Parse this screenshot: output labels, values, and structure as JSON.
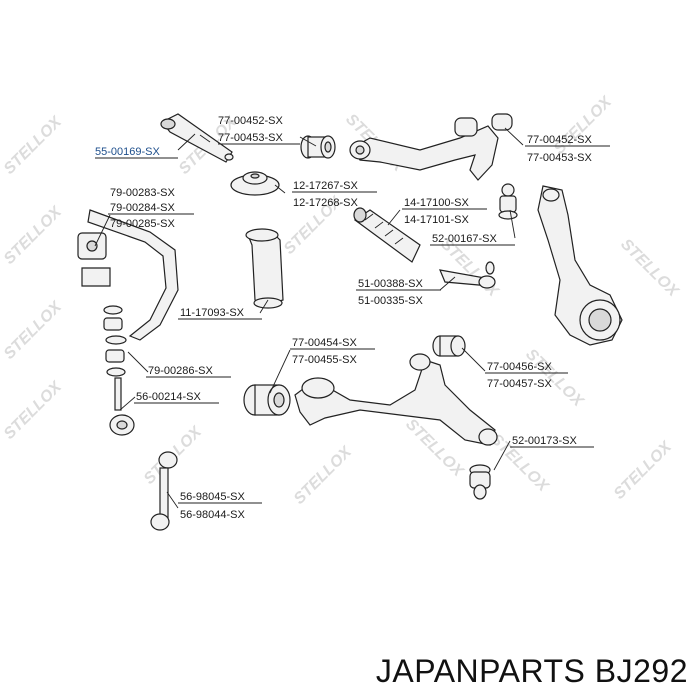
{
  "footer_title": "JAPANPARTS BJ292",
  "watermark_text": "STELLOX",
  "highlight_color": "#1e4f8c",
  "labels": [
    "55-00169-SX",
    "77-00452-SX",
    "77-00453-SX",
    "77-00452-SX",
    "77-00453-SX",
    "12-17267-SX",
    "12-17268-SX",
    "79-00283-SX",
    "79-00284-SX",
    "79-00285-SX",
    "14-17100-SX",
    "14-17101-SX",
    "52-00167-SX",
    "51-00388-SX",
    "51-00335-SX",
    "11-17093-SX",
    "77-00454-SX",
    "77-00455-SX",
    "77-00456-SX",
    "77-00457-SX",
    "79-00286-SX",
    "56-00214-SX",
    "52-00173-SX",
    "56-98045-SX",
    "56-98044-SX"
  ]
}
